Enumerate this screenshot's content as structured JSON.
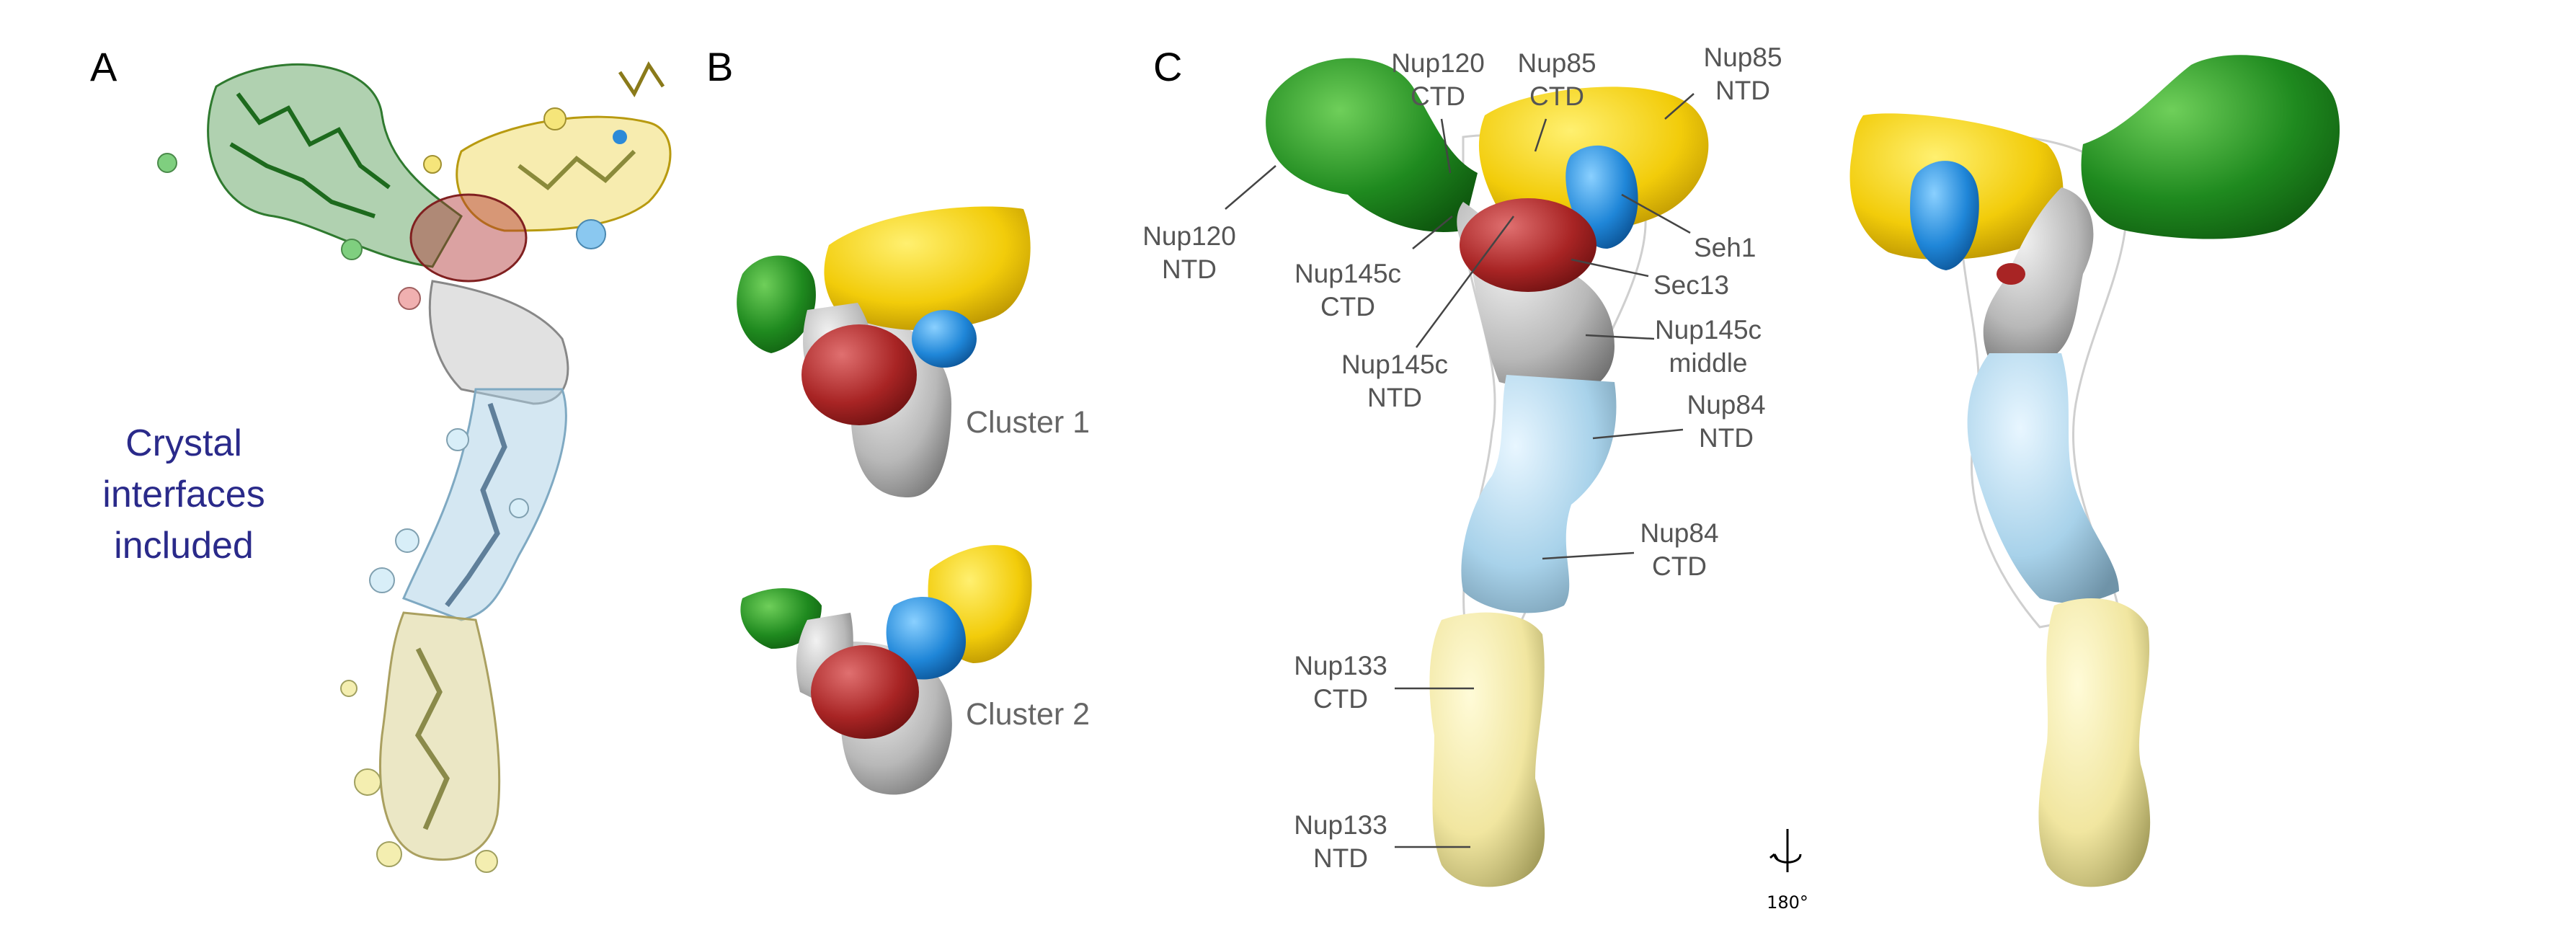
{
  "panels": {
    "a": "A",
    "b": "B",
    "c": "C"
  },
  "panel_a": {
    "annotation": [
      "Crystal",
      "interfaces",
      "included"
    ],
    "colors": {
      "nup120": "#2f8a2f",
      "nup85": "#e8c81a",
      "nup145c": "#a8a8a8",
      "nup84": "#a9d0e6",
      "nup133": "#d8cf8c",
      "sec13": "#b03030",
      "seh1": "#2c8ad8"
    }
  },
  "panel_b": {
    "clusters": [
      "Cluster 1",
      "Cluster 2"
    ]
  },
  "panel_c": {
    "labels": {
      "nup120_ctd": [
        "Nup120",
        "CTD"
      ],
      "nup85_ctd": [
        "Nup85",
        "CTD"
      ],
      "nup85_ntd": [
        "Nup85",
        "NTD"
      ],
      "nup120_ntd": [
        "Nup120",
        "NTD"
      ],
      "nup145c_ctd": [
        "Nup145c",
        "CTD"
      ],
      "seh1": "Seh1",
      "sec13": "Sec13",
      "nup145c_middle": [
        "Nup145c",
        "middle"
      ],
      "nup145c_ntd": [
        "Nup145c",
        "NTD"
      ],
      "nup84_ntd": [
        "Nup84",
        "NTD"
      ],
      "nup84_ctd": [
        "Nup84",
        "CTD"
      ],
      "nup133_ctd": [
        "Nup133",
        "CTD"
      ],
      "nup133_ntd": [
        "Nup133",
        "NTD"
      ]
    },
    "rotation": "180°"
  }
}
